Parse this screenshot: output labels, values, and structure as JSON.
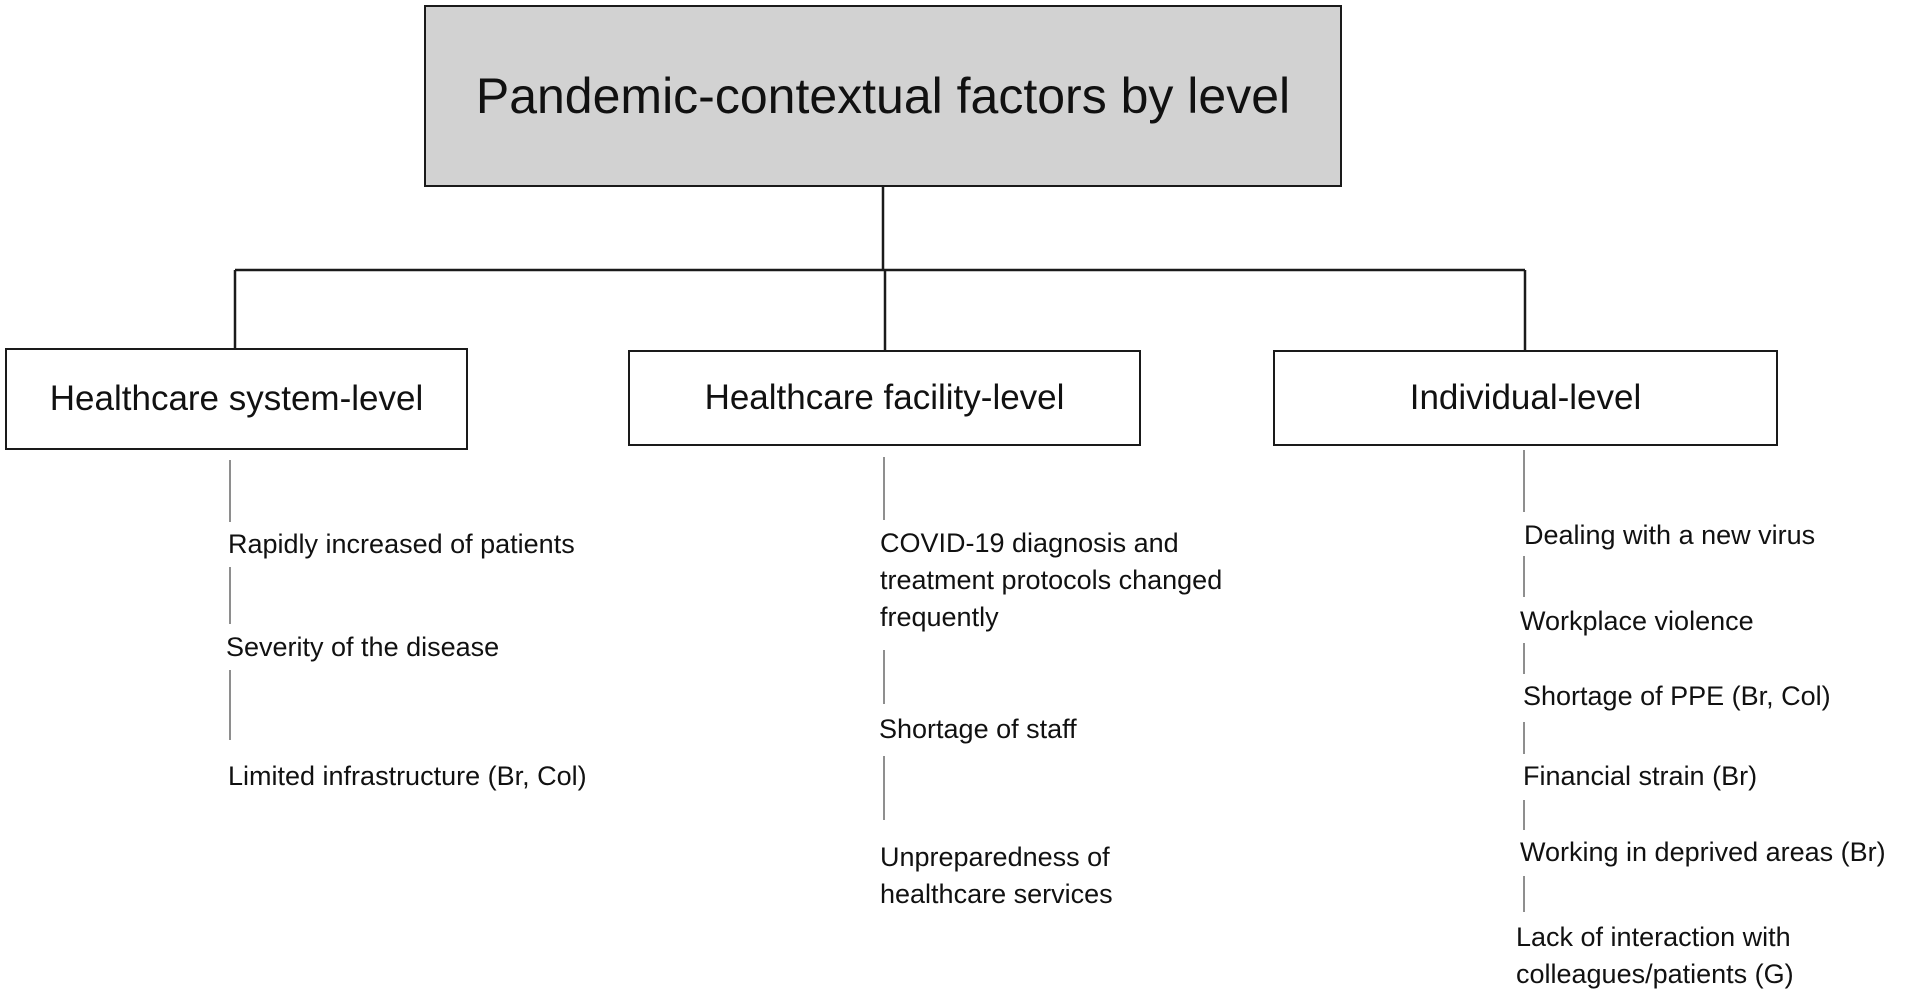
{
  "title": "Pandemic-contextual factors by level",
  "levels": [
    {
      "label": "Healthcare system-level",
      "factors": [
        "Rapidly increased of patients",
        "Severity of the disease",
        "Limited infrastructure (Br, Col)"
      ]
    },
    {
      "label": "Healthcare facility-level",
      "factors": [
        "COVID-19 diagnosis and\ntreatment protocols changed\nfrequently",
        "Shortage of staff",
        "Unpreparedness of\nhealthcare services"
      ]
    },
    {
      "label": "Individual-level",
      "factors": [
        "Dealing with a new virus",
        "Workplace violence",
        "Shortage of PPE (Br, Col)",
        "Financial strain (Br)",
        "Working in deprived areas (Br)",
        "Lack of interaction with\ncolleagues/patients (G)"
      ]
    }
  ],
  "colors": {
    "root_fill": "#d2d2d2",
    "line": "#1a1a1a"
  }
}
